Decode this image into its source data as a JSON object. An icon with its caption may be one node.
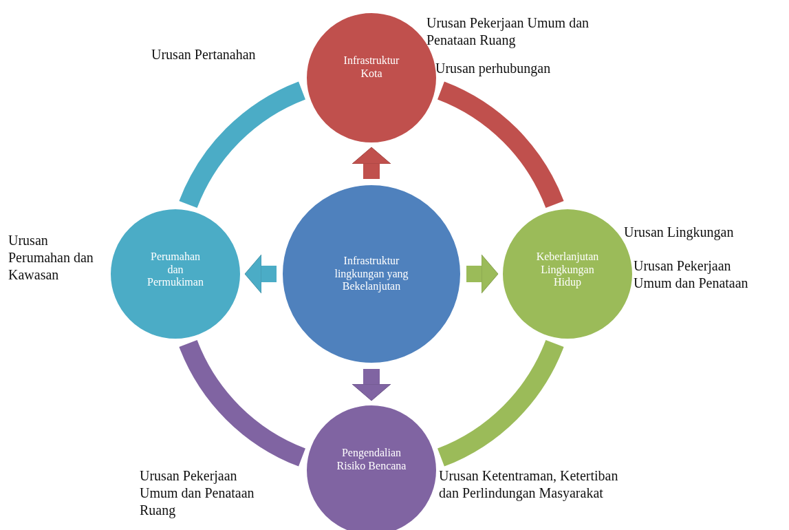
{
  "diagram": {
    "nodes": [
      {
        "text": [
          "Infrastruktur lingkungan yang Bekelanjutan"
        ]
      },
      {
        "text": [
          "Infrastruktur Kota"
        ]
      },
      {
        "text": [
          "Keberlanjutan Lingkungan Hidup"
        ]
      },
      {
        "text": [
          "Pengendalian Risiko Bencana"
        ]
      },
      {
        "text": [
          "Perumahan dan Permukiman"
        ]
      }
    ],
    "edges": [
      {
        "from": 0,
        "to": 1,
        "arrow": "to",
        "color": "#c0504d"
      },
      {
        "from": 0,
        "to": 2,
        "arrow": "to",
        "color": "#9bbb59"
      },
      {
        "from": 0,
        "to": 3,
        "arrow": "to",
        "color": "#8064a2"
      },
      {
        "from": 0,
        "to": 4,
        "arrow": "to",
        "color": "#4bacc6"
      },
      {
        "from": 1,
        "to": 2,
        "arrow": "none",
        "color": "#c0504d"
      },
      {
        "from": 2,
        "to": 3,
        "arrow": "none",
        "color": "#9bbb59"
      },
      {
        "from": 3,
        "to": 4,
        "arrow": "none",
        "color": "#8064a2"
      },
      {
        "from": 4,
        "to": 1,
        "arrow": "none",
        "color": "#4bacc6"
      }
    ],
    "labels": [
      "Urusan Pekerjaan Umum dan Penataan Ruang",
      "Urusan Pertanahan",
      "Urusan perhubungan",
      "Urusan Lingkungan",
      "Urusan Perumahan dan Kawasan",
      "Urusan Pekerjaan Umum dan Penataan",
      "Urusan Pekerjaan Umum dan Penataan Ruang",
      "Urusan Ketentraman, Ketertiban dan Perlindungan Masyarakat"
    ]
  }
}
